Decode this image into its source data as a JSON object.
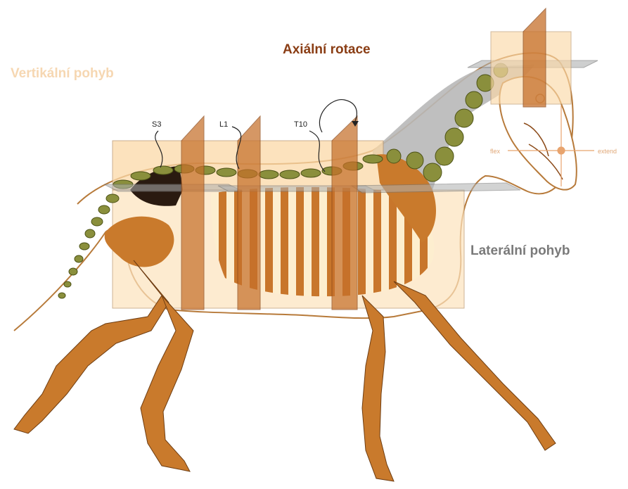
{
  "labels": {
    "vertical": "Vertikální pohyb",
    "axial": "Axiální rotace",
    "lateral": "Laterální pohyb"
  },
  "vertebrae": {
    "s3": "S3",
    "l1": "L1",
    "t10": "T10"
  },
  "head_axes": {
    "flex": "flex",
    "extend": "extend"
  },
  "colors": {
    "vertical_label": "#f6d7b2",
    "axial_label": "#8a3d14",
    "lateral_label": "#7a7a7a",
    "bone": "#c97a2c",
    "spine": "#7f8a3a",
    "plane_peach": "#fbd9a8",
    "plane_orange": "#c6702a",
    "plane_grey": "#a8a8a8"
  }
}
